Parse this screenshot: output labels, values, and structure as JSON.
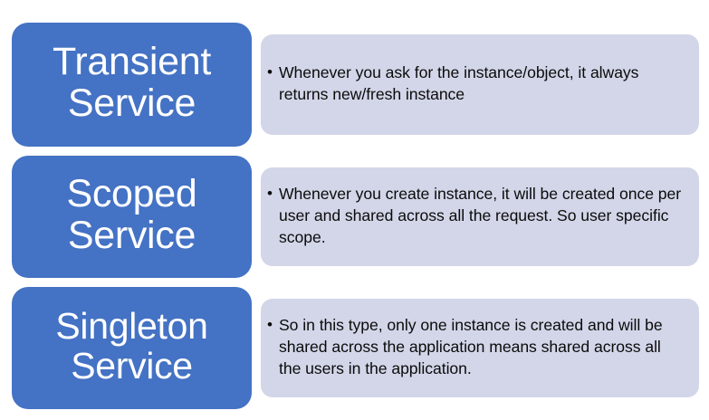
{
  "diagram": {
    "type": "three-row-comparison",
    "bullet_glyph": "•",
    "colors": {
      "label_background": "#4472C4",
      "label_text": "#FFFFFF",
      "panel_background": "#D2D6E8",
      "panel_text": "#0B0B0B",
      "page_background": "#FFFFFF"
    },
    "rows": [
      {
        "id": "transient",
        "label": "Transient\nService",
        "label_line_1": "Transient",
        "label_line_2": "Service",
        "description": "Whenever you ask for the instance/object, it always returns new/fresh instance"
      },
      {
        "id": "scoped",
        "label": "Scoped\nService",
        "label_line_1": "Scoped",
        "label_line_2": "Service",
        "description": "Whenever you create instance, it will be created once per user and shared across all the request. So user specific scope."
      },
      {
        "id": "singleton",
        "label": "Singleton\nService",
        "label_line_1": "Singleton",
        "label_line_2": "Service",
        "description": "So in this type, only one instance is created and will be shared across the application means shared across all the users in the application."
      }
    ]
  }
}
